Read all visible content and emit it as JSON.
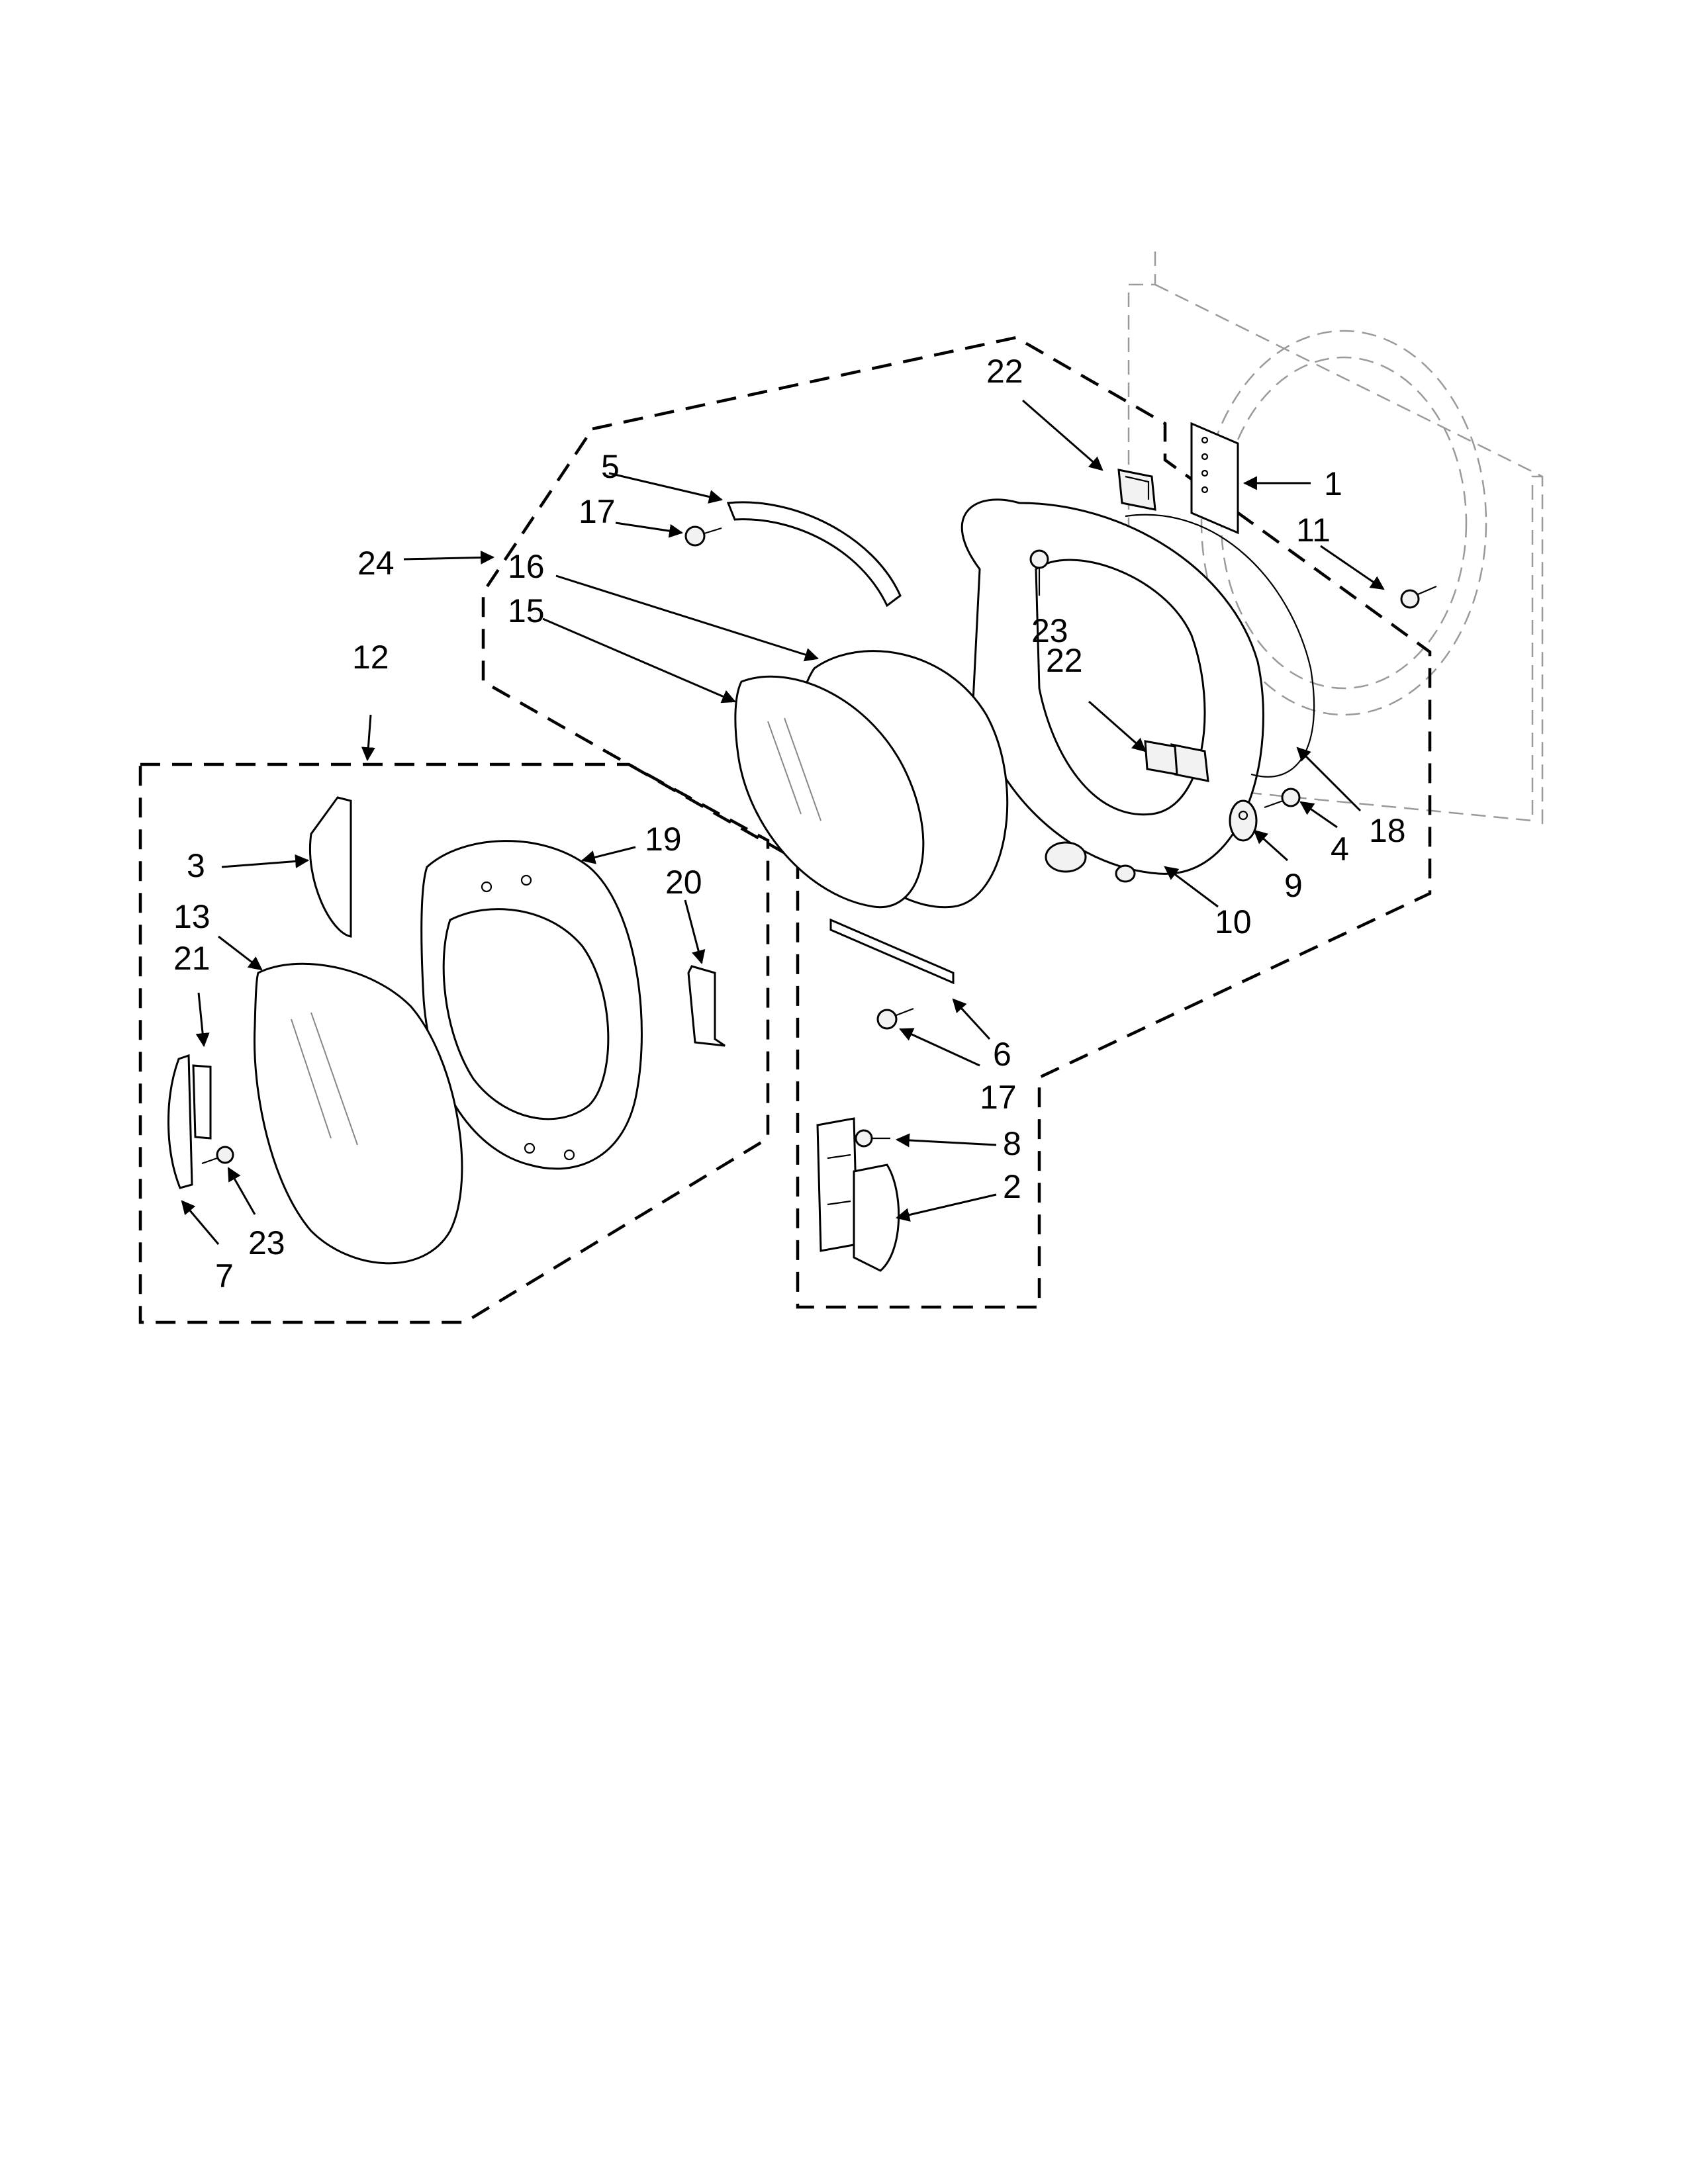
{
  "callouts": [
    {
      "id": "c1",
      "text": "1"
    },
    {
      "id": "c2",
      "text": "2"
    },
    {
      "id": "c3",
      "text": "3"
    },
    {
      "id": "c4",
      "text": "4"
    },
    {
      "id": "c5",
      "text": "5"
    },
    {
      "id": "c6",
      "text": "6"
    },
    {
      "id": "c7",
      "text": "7"
    },
    {
      "id": "c8",
      "text": "8"
    },
    {
      "id": "c9",
      "text": "9"
    },
    {
      "id": "c10",
      "text": "10"
    },
    {
      "id": "c11",
      "text": "11"
    },
    {
      "id": "c12",
      "text": "12"
    },
    {
      "id": "c13",
      "text": "13"
    },
    {
      "id": "c15",
      "text": "15"
    },
    {
      "id": "c16",
      "text": "16"
    },
    {
      "id": "c17a",
      "text": "17"
    },
    {
      "id": "c17b",
      "text": "17"
    },
    {
      "id": "c18",
      "text": "18"
    },
    {
      "id": "c19",
      "text": "19"
    },
    {
      "id": "c20",
      "text": "20"
    },
    {
      "id": "c21",
      "text": "21"
    },
    {
      "id": "c22a",
      "text": "22"
    },
    {
      "id": "c22b",
      "text": "22"
    },
    {
      "id": "c23a",
      "text": "23"
    },
    {
      "id": "c23b",
      "text": "23"
    },
    {
      "id": "c24",
      "text": "24"
    }
  ]
}
